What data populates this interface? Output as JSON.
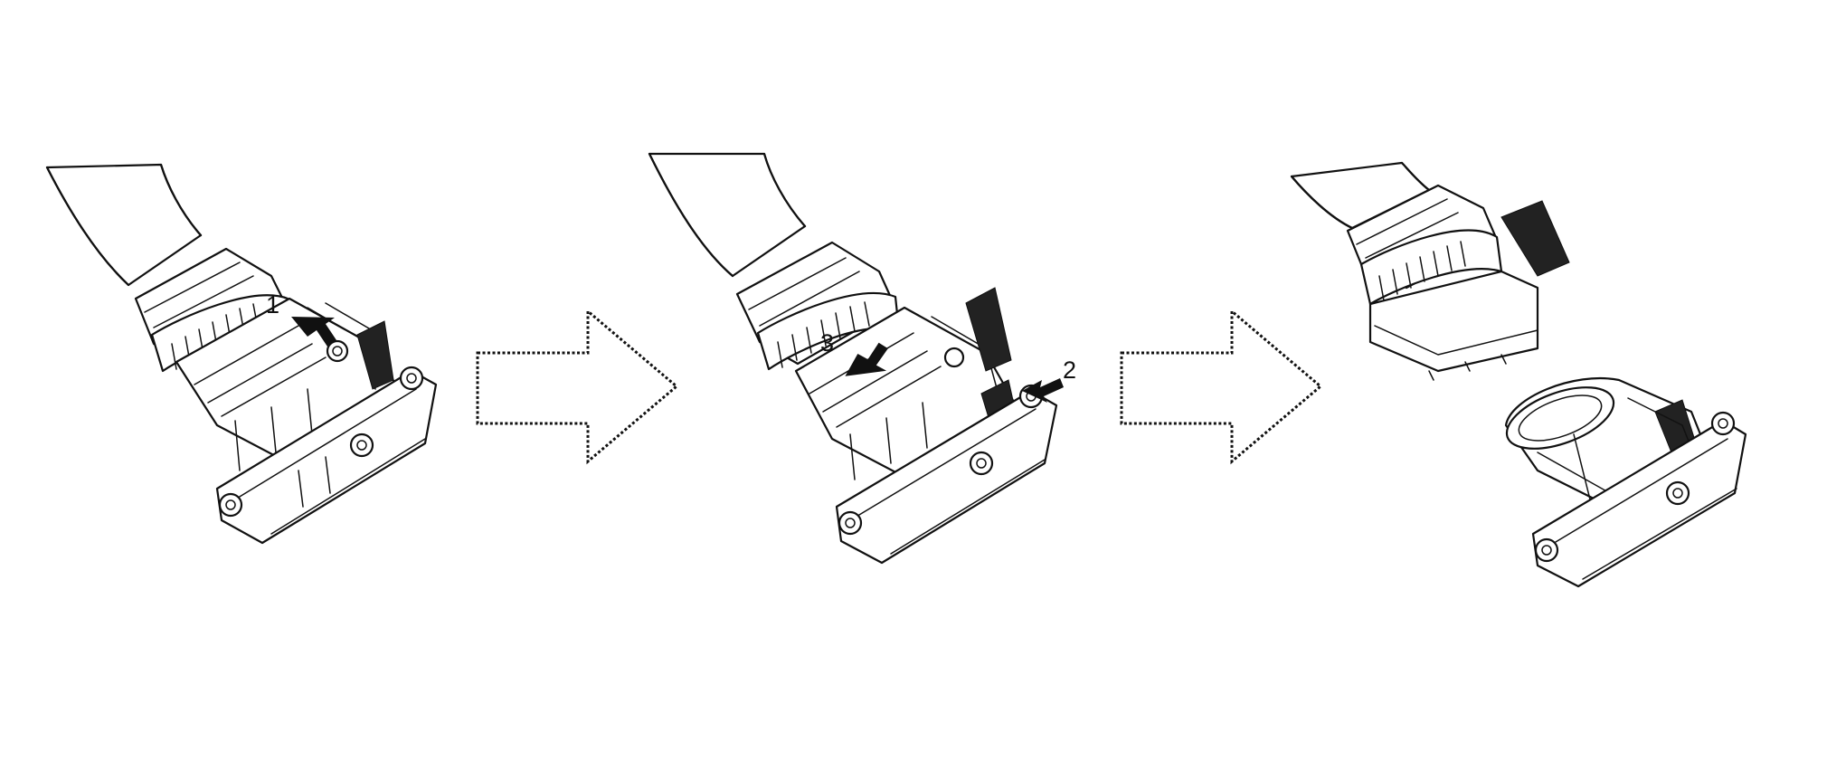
{
  "steps": [
    {
      "label": "1"
    },
    {
      "label": "2"
    },
    {
      "label": "3"
    }
  ],
  "colors": {
    "ink": "#111111",
    "background": "#ffffff"
  },
  "icons": [
    "connector-housing-icon",
    "release-arrow-icon",
    "process-arrow-icon"
  ]
}
